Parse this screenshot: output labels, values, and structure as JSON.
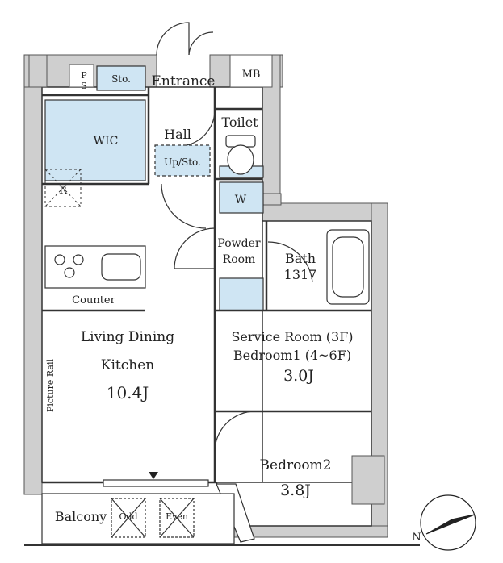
{
  "rooms": {
    "entrance": "Entrance",
    "sto": "Sto.",
    "mb": "MB",
    "ps": [
      "P",
      "S"
    ],
    "toilet": "Toilet",
    "wic": "WIC",
    "hall": "Hall",
    "upsto": "Up/Sto.",
    "r": "R",
    "w": "W",
    "powder": [
      "Powder",
      "Room"
    ],
    "bath": [
      "Bath",
      "1317"
    ],
    "counter": "Counter",
    "ldk": [
      "Living Dining",
      "Kitchen",
      "10.4J"
    ],
    "service": [
      "Service Room (3F)",
      "Bedroom1 (4~6F)",
      "3.0J"
    ],
    "picture_rail": "Picture Rail",
    "bedroom2": [
      "Bedroom2",
      "3.8J"
    ],
    "balcony": "Balcony",
    "odd": "Odd",
    "even": "Even",
    "north": "N"
  },
  "colors": {
    "wall": "#c9c9c9",
    "wall_edge": "#555555",
    "storage": "#cfe5f3",
    "line": "#333333"
  }
}
